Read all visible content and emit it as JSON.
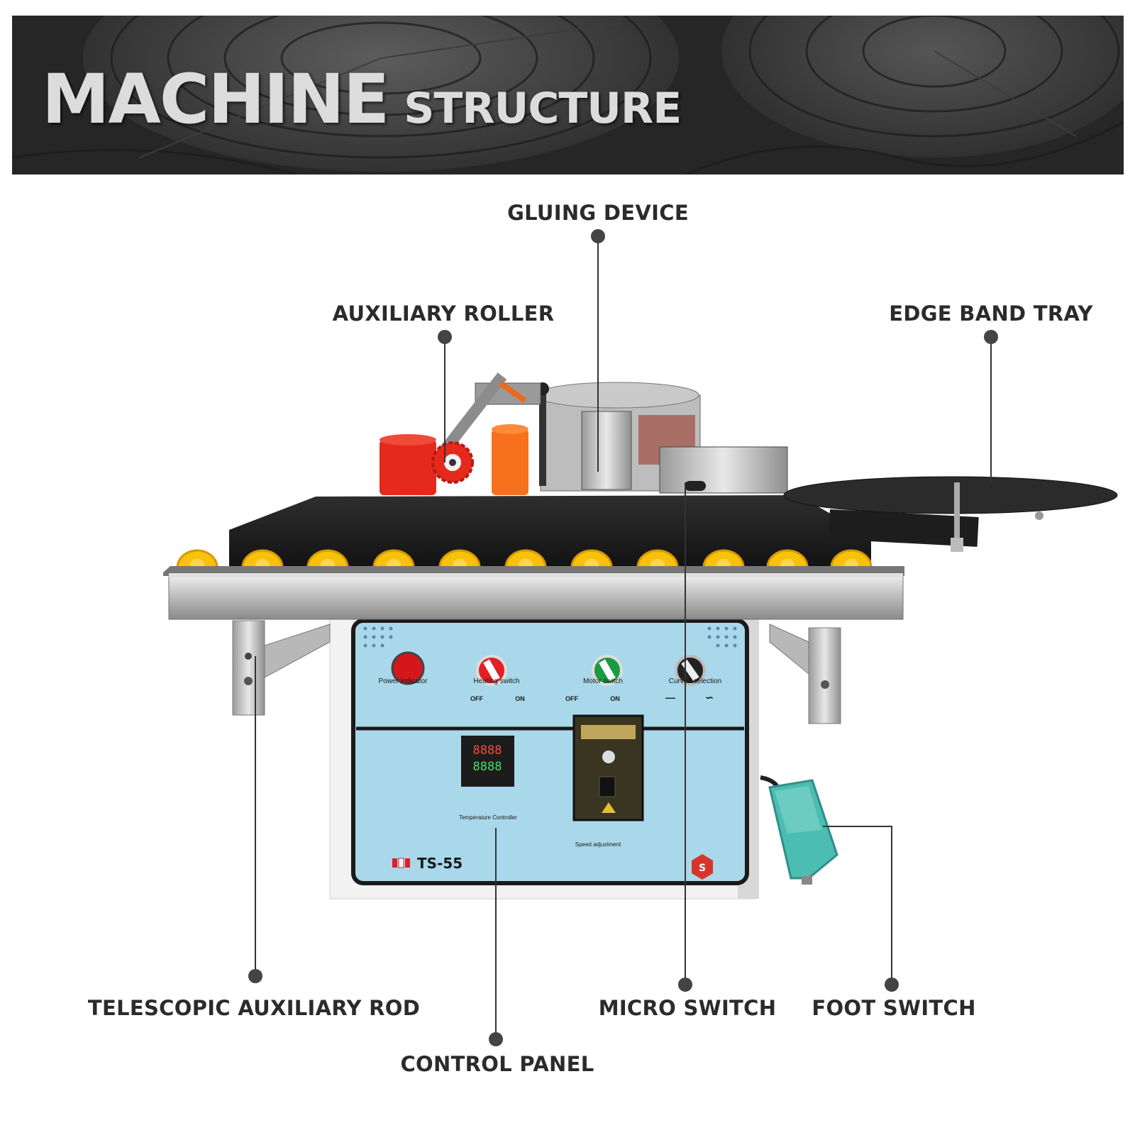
{
  "banner": {
    "title_main": "MACHINE",
    "title_sub": "STRUCTURE"
  },
  "callouts": {
    "gluing_device": "GLUING DEVICE",
    "auxiliary_roller": "AUXILIARY ROLLER",
    "edge_band_tray": "EDGE BAND TRAY",
    "telescopic_rod": "TELESCOPIC AUXILIARY ROD",
    "control_panel": "CONTROL PANEL",
    "micro_switch": "MICRO SWITCH",
    "foot_switch": "FOOT SWITCH"
  },
  "panel": {
    "power_indicator": "Power indicator",
    "heating_switch": "Heating switch",
    "motor_switch": "Motor switch",
    "curved_selection": "Curved selection",
    "off1": "OFF",
    "on1": "ON",
    "off2": "OFF",
    "on2": "ON",
    "temp_display_top": "8888",
    "temp_display_bottom": "8888",
    "temp_controller": "Temperature Controller",
    "speed_adjustment": "Speed adjustment",
    "model": "TS-55"
  },
  "colors": {
    "banner_bg": "#2a2a2a",
    "panel_blue": "#a9d8ea",
    "roller_yellow": "#f6c20c",
    "glue_roller_red": "#e52a1c",
    "foot_switch_teal": "#4bbdb2",
    "callout_line": "#333333"
  }
}
